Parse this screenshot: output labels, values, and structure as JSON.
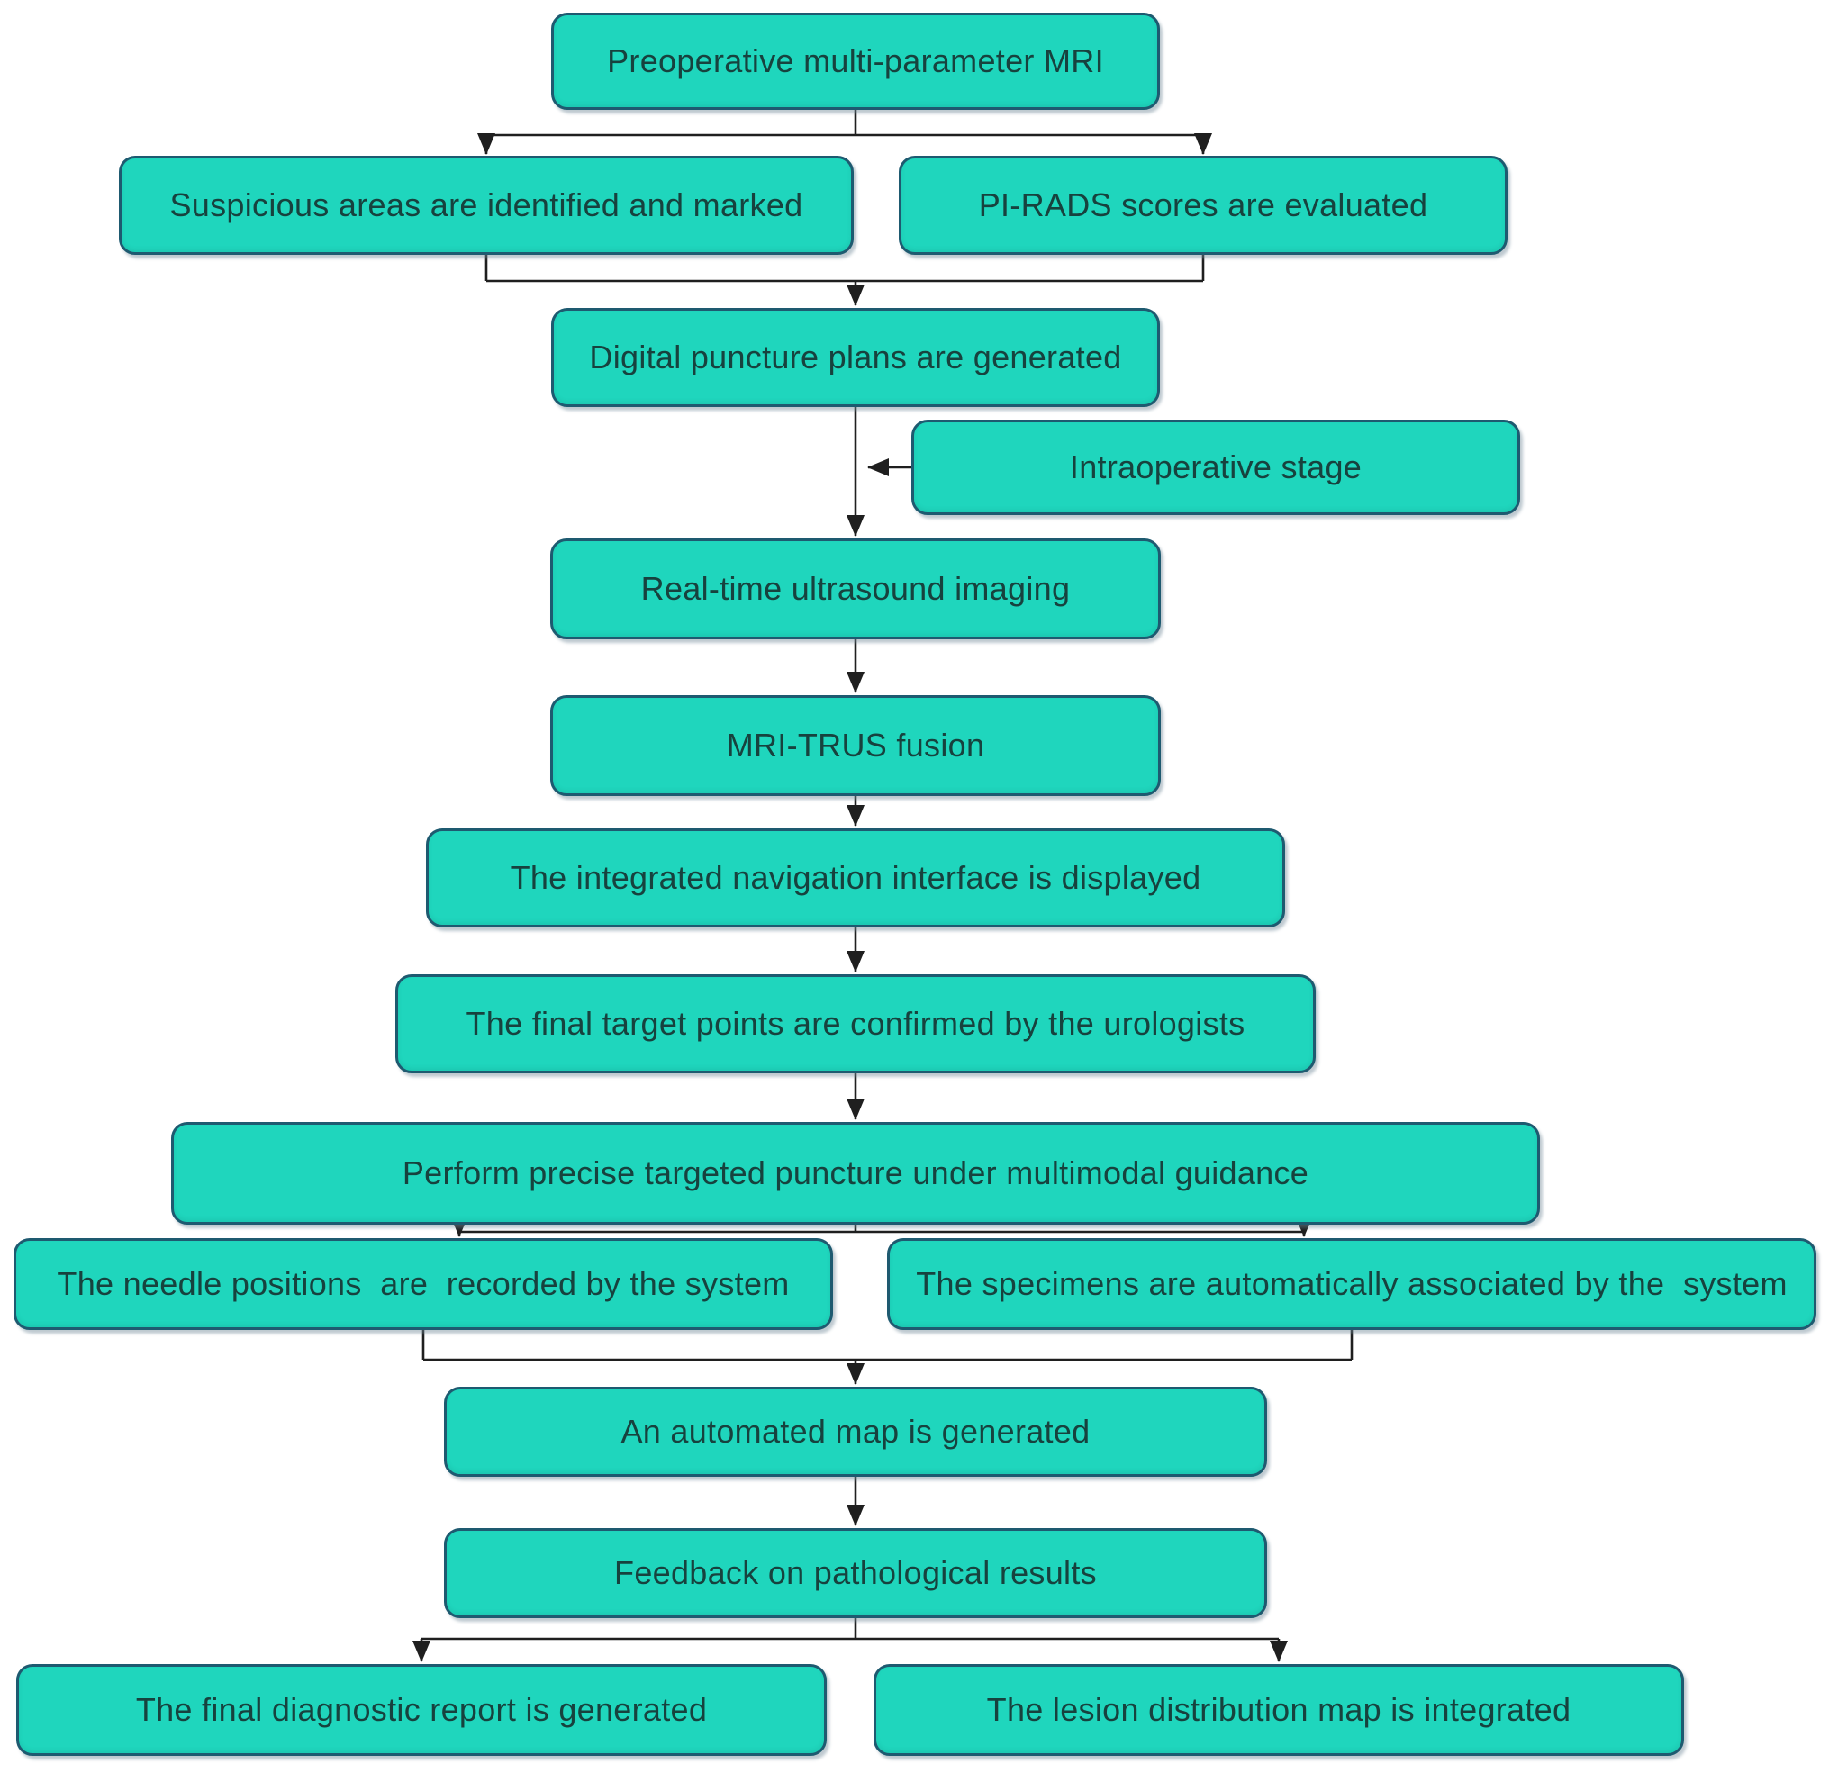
{
  "figure": {
    "title": "MRI-TRUS fusion targeted prostate biopsy workflow flowchart",
    "colors": {
      "node_fill": "#1fd6bd",
      "node_border": "#1e5a70",
      "node_text": "#17423e",
      "connector": "#1f1f1f",
      "background": "#ffffff"
    },
    "nodes": [
      {
        "id": "preop-mri",
        "label": "Preoperative multi-parameter MRI"
      },
      {
        "id": "suspicious-areas",
        "label": "Suspicious areas are identified and marked"
      },
      {
        "id": "pirads-scores",
        "label": "PI-RADS scores are evaluated"
      },
      {
        "id": "puncture-plans",
        "label": "Digital puncture plans are generated"
      },
      {
        "id": "intraoperative-stage",
        "label": "Intraoperative stage"
      },
      {
        "id": "ultrasound-imaging",
        "label": "Real-time ultrasound imaging"
      },
      {
        "id": "mri-trus-fusion",
        "label": "MRI-TRUS fusion"
      },
      {
        "id": "navigation-interface",
        "label": "The integrated navigation interface is displayed"
      },
      {
        "id": "target-points",
        "label": "The final target points are confirmed by the urologists"
      },
      {
        "id": "targeted-puncture",
        "label": "Perform precise targeted puncture under multimodal guidance"
      },
      {
        "id": "needle-positions",
        "label": "The needle positions  are  recorded by the system"
      },
      {
        "id": "specimens-associated",
        "label": "The specimens are automatically associated by the  system"
      },
      {
        "id": "automated-map",
        "label": "An automated map is generated"
      },
      {
        "id": "pathology-feedback",
        "label": "Feedback on pathological results"
      },
      {
        "id": "diagnostic-report",
        "label": "The final diagnostic report is generated"
      },
      {
        "id": "lesion-distribution",
        "label": "The lesion distribution map is integrated"
      }
    ]
  }
}
